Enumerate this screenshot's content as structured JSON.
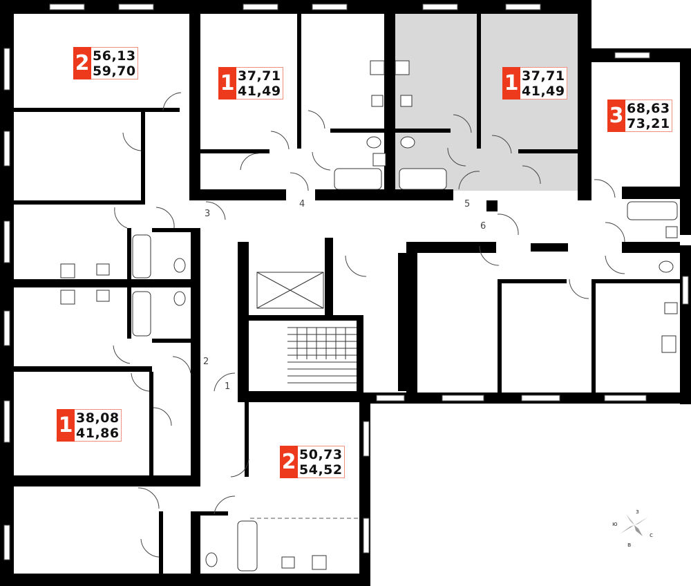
{
  "apartments": [
    {
      "rooms": "2",
      "area_living": "56,13",
      "area_total": "59,70",
      "selected": false
    },
    {
      "rooms": "1",
      "area_living": "37,71",
      "area_total": "41,49",
      "selected": false
    },
    {
      "rooms": "1",
      "area_living": "37,71",
      "area_total": "41,49",
      "selected": true
    },
    {
      "rooms": "3",
      "area_living": "68,63",
      "area_total": "73,21",
      "selected": false
    },
    {
      "rooms": "1",
      "area_living": "38,08",
      "area_total": "41,86",
      "selected": false
    },
    {
      "rooms": "2",
      "area_living": "50,73",
      "area_total": "54,52",
      "selected": false
    }
  ],
  "door_numbers": [
    "1",
    "2",
    "3",
    "4",
    "5",
    "6"
  ],
  "compass": {
    "n": "з",
    "s": "в",
    "e": "с",
    "w": "ю"
  },
  "colors": {
    "badge": "#ed3a1c",
    "selected_fill": "#d9d9d9",
    "wall": "#000000"
  }
}
